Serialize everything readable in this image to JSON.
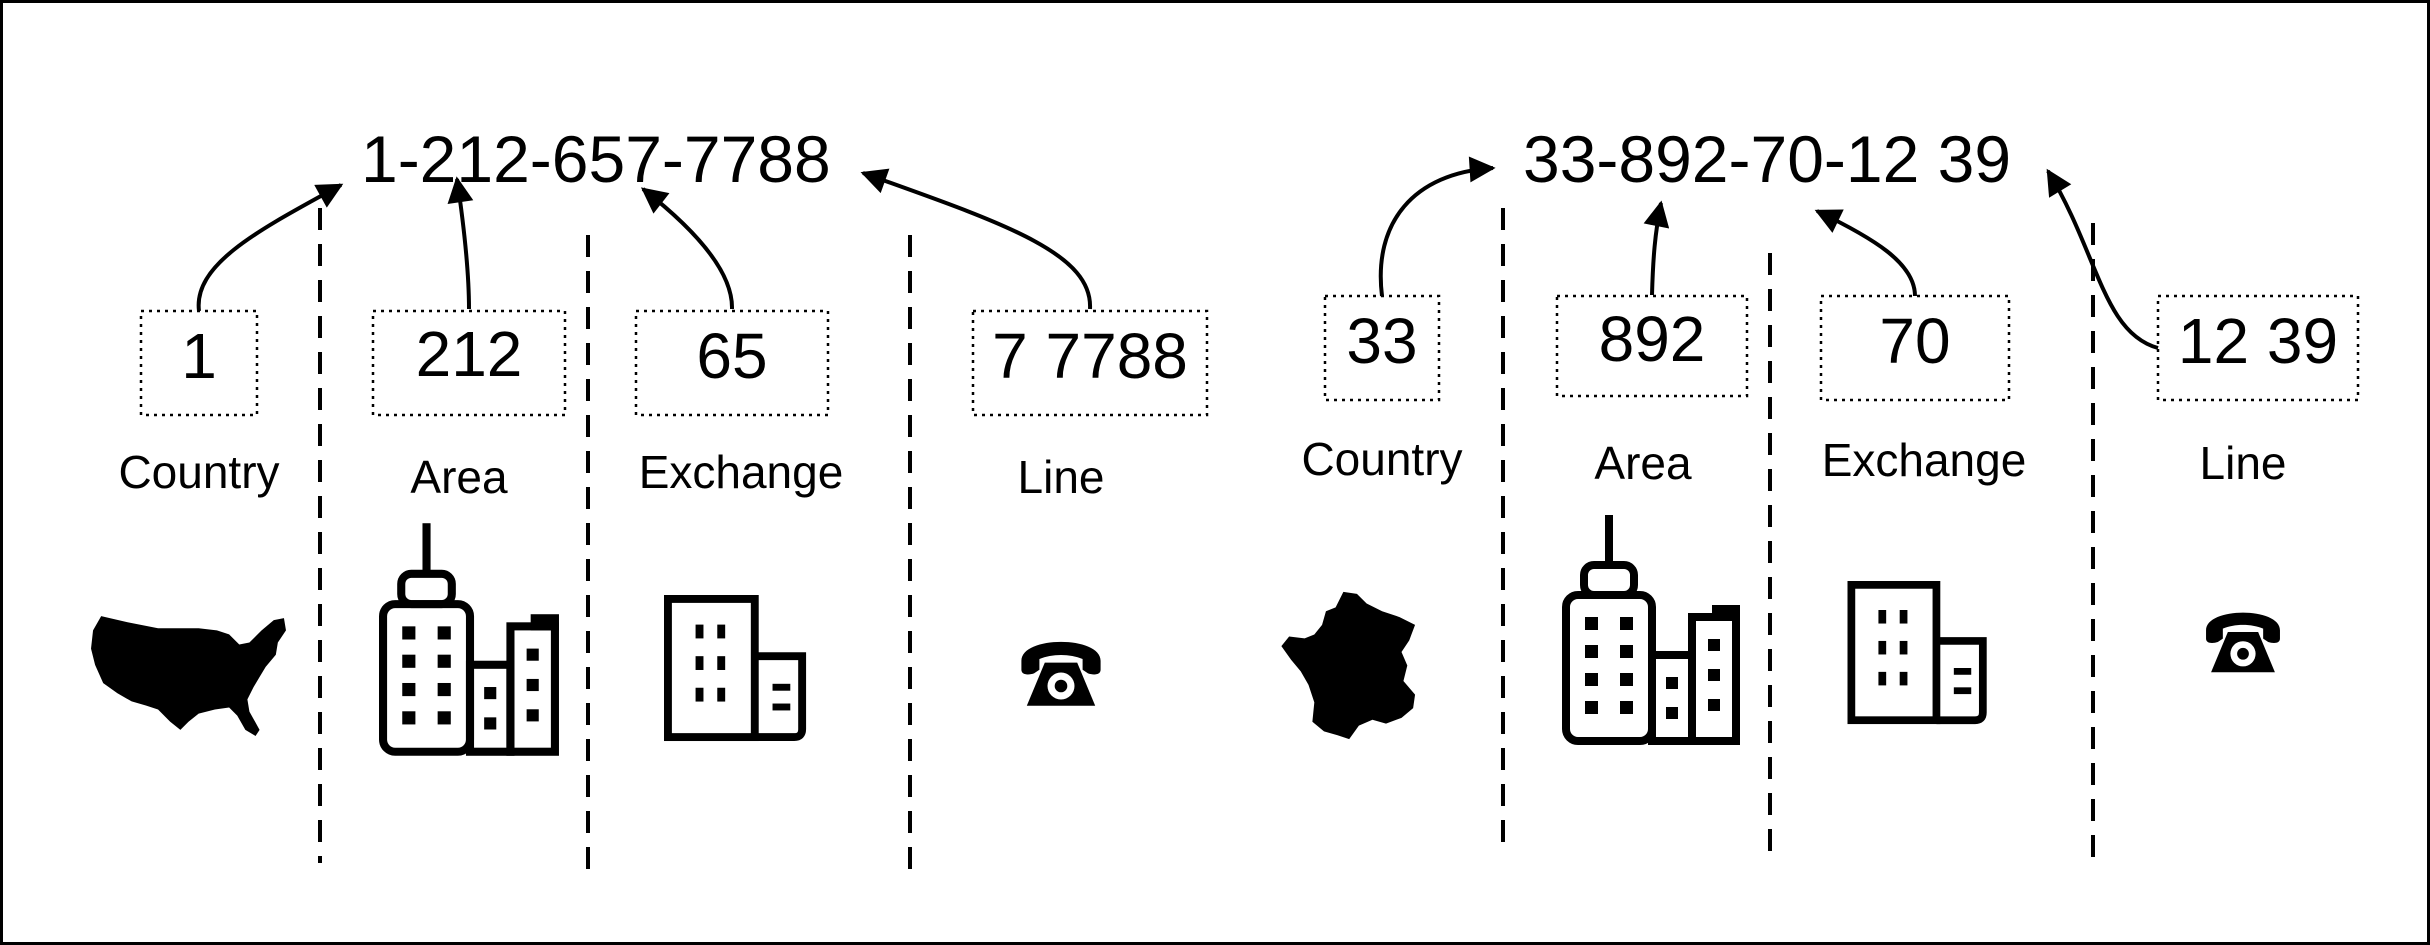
{
  "diagram": {
    "us": {
      "full_number": "1-212-657-7788",
      "parts": [
        {
          "key": "country",
          "value": "1",
          "label": "Country",
          "icon": "usa-map-icon"
        },
        {
          "key": "area",
          "value": "212",
          "label": "Area",
          "icon": "skyscraper-city-icon"
        },
        {
          "key": "exchange",
          "value": "65",
          "label": "Exchange",
          "icon": "office-building-icon"
        },
        {
          "key": "line",
          "value": "7 7788",
          "label": "Line",
          "icon": "telephone-icon"
        }
      ]
    },
    "fr": {
      "full_number": "33-892-70-12 39",
      "parts": [
        {
          "key": "country",
          "value": "33",
          "label": "Country",
          "icon": "france-map-icon"
        },
        {
          "key": "area",
          "value": "892",
          "label": "Area",
          "icon": "skyscraper-city-icon"
        },
        {
          "key": "exchange",
          "value": "70",
          "label": "Exchange",
          "icon": "office-building-icon"
        },
        {
          "key": "line",
          "value": "12 39",
          "label": "Line",
          "icon": "telephone-icon"
        }
      ]
    }
  }
}
